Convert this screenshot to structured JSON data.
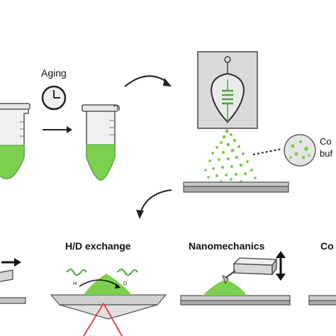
{
  "labels": {
    "aging": "Aging",
    "hd_exchange": "H/D exchange",
    "nanomechanics": "Nanomechanics",
    "cut_label_right": "Co",
    "bubble_line1": "Co",
    "bubble_line2": "buf",
    "h_label": "H",
    "d_label": "D"
  },
  "colors": {
    "green": "#7ccf4f",
    "dark_green": "#4aa63a",
    "grey_stage": "#b9b9b9",
    "dark_stroke": "#333333",
    "red": "#e43b3b"
  },
  "icons": [
    "clock-icon",
    "tube-icon",
    "electrospray-icon",
    "droplet-bubble-icon",
    "afm-cantilever-icon",
    "double-arrow-icon"
  ]
}
